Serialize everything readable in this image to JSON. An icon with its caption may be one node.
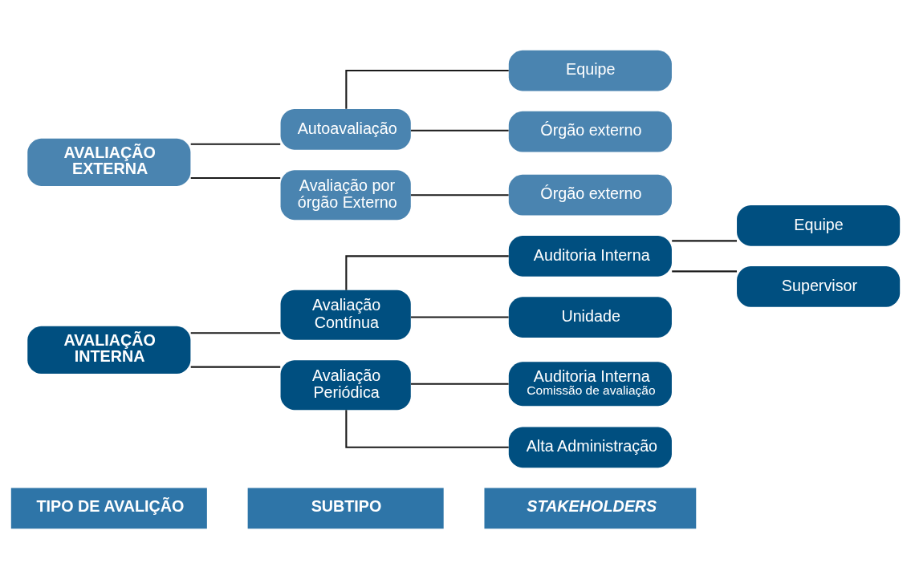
{
  "diagram": {
    "nodes": [
      {
        "text": [
          "TIPO DE AVALIÇÃO"
        ]
      },
      {
        "text": [
          "SUBTIPO"
        ]
      },
      {
        "text": [
          "STAKEHOLDERS"
        ]
      },
      {
        "text": [
          "AVALIAÇÃO INTERNA"
        ]
      },
      {
        "text": [
          "Avaliação Contínua"
        ]
      },
      {
        "text": [
          "Auditoria Interna"
        ]
      },
      {
        "text": [
          "Equipe"
        ]
      },
      {
        "text": [
          "Supervisor"
        ]
      },
      {
        "text": [
          "Unidade"
        ]
      },
      {
        "text": [
          "Avaliação Periódica"
        ]
      },
      {
        "text": [
          "Auditoria Interna",
          "Comissão de avaliação"
        ]
      },
      {
        "text": [
          "Alta Administração"
        ]
      },
      {
        "text": [
          "AVALIAÇÃO EXTERNA"
        ]
      },
      {
        "text": [
          "Autoavaliação"
        ]
      },
      {
        "text": [
          "Equipe"
        ]
      },
      {
        "text": [
          "Órgão externo"
        ]
      },
      {
        "text": [
          "Avaliação por órgão Externo"
        ]
      },
      {
        "text": [
          "Órgão externo"
        ]
      }
    ],
    "edges": [
      {
        "from": 3,
        "to": 4,
        "arrow": "none"
      },
      {
        "from": 3,
        "to": 9,
        "arrow": "none"
      },
      {
        "from": 4,
        "to": 5,
        "arrow": "none"
      },
      {
        "from": 4,
        "to": 8,
        "arrow": "none"
      },
      {
        "from": 5,
        "to": 6,
        "arrow": "none"
      },
      {
        "from": 5,
        "to": 7,
        "arrow": "none"
      },
      {
        "from": 9,
        "to": 10,
        "arrow": "none"
      },
      {
        "from": 9,
        "to": 11,
        "arrow": "none"
      },
      {
        "from": 12,
        "to": 13,
        "arrow": "none"
      },
      {
        "from": 12,
        "to": 16,
        "arrow": "none"
      },
      {
        "from": 13,
        "to": 14,
        "arrow": "none"
      },
      {
        "from": 13,
        "to": 15,
        "arrow": "none"
      },
      {
        "from": 16,
        "to": 17,
        "arrow": "none"
      }
    ]
  }
}
